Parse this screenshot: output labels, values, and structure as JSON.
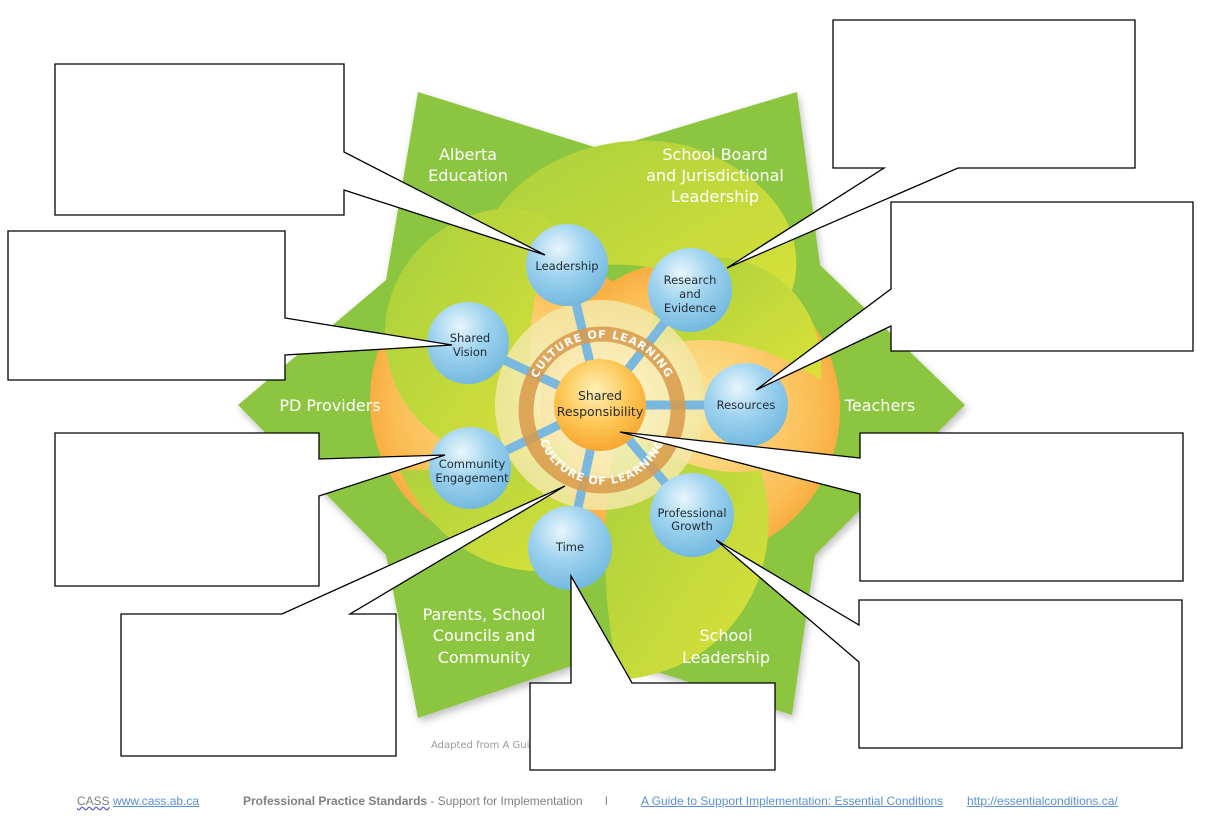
{
  "diagram": {
    "stakeholders": [
      "Alberta Education",
      "School Board and Jurisdictional Leadership",
      "Teachers",
      "School Leadership",
      "Parents, School Councils and Community",
      "PD Providers"
    ],
    "stakeholder_lines": {
      "alberta": [
        "Alberta",
        "Education"
      ],
      "board": [
        "School Board",
        "and Jurisdictional",
        "Leadership"
      ],
      "teachers": [
        "Teachers"
      ],
      "school_leadership": [
        "School",
        "Leadership"
      ],
      "parents": [
        "Parents, School",
        "Councils and",
        "Community"
      ],
      "pd": [
        "PD Providers"
      ]
    },
    "center": {
      "line1": "Shared",
      "line2": "Responsibility"
    },
    "ring_text_top": "CULTURE OF LEARNING",
    "ring_text_bottom": "CULTURE OF LEARNING",
    "conditions": {
      "leadership": [
        "Leadership"
      ],
      "research": [
        "Research",
        "and",
        "Evidence"
      ],
      "resources": [
        "Resources"
      ],
      "professional_growth": [
        "Professional",
        "Growth"
      ],
      "time": [
        "Time"
      ],
      "community": [
        "Community",
        "Engagement"
      ],
      "vision": [
        "Shared",
        "Vision"
      ]
    },
    "credit": "Adapted from A Guid",
    "colors": {
      "star_green": "#8cc63f",
      "petal_yellow_green": "#c8dc3a",
      "petal_orange": "#f7a83a",
      "node_blue": "#84c5e8",
      "center_orange": "#fbb03b",
      "ring": "#d99a4a"
    }
  },
  "callouts": [
    {
      "id": "leadership-callout",
      "text": ""
    },
    {
      "id": "shared-vision-callout",
      "text": ""
    },
    {
      "id": "community-engagement-callout",
      "text": ""
    },
    {
      "id": "culture-of-learning-callout",
      "text": ""
    },
    {
      "id": "time-callout",
      "text": ""
    },
    {
      "id": "professional-growth-callout",
      "text": ""
    },
    {
      "id": "shared-responsibility-callout",
      "text": ""
    },
    {
      "id": "resources-callout",
      "text": ""
    },
    {
      "id": "research-evidence-callout",
      "text": ""
    }
  ],
  "footer": {
    "org": "CASS",
    "org_url": "www.cass.ab.ca",
    "doc_title_bold": "Professional Practice Standards",
    "doc_title_rest": " - Support for Implementation",
    "separator": "l",
    "guide_link": "A Guide to Support Implementation: Essential Conditions",
    "guide_url": "http://essentialconditions.ca/"
  }
}
